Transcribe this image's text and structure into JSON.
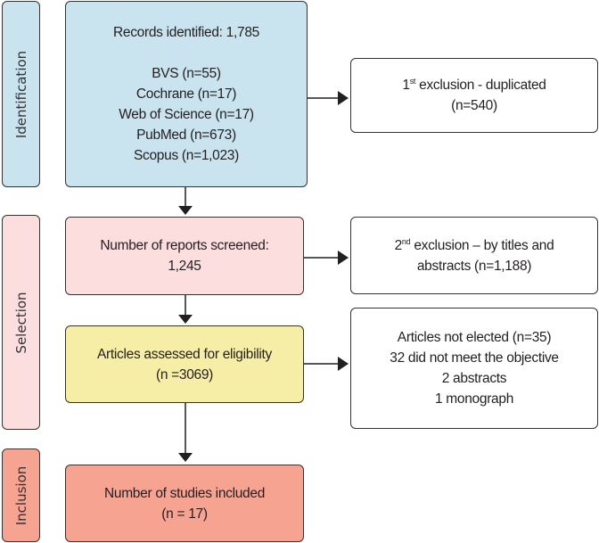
{
  "colors": {
    "identification": "#c9e3ef",
    "selection": "#fcdede",
    "eligibility": "#f6eda6",
    "inclusion": "#f7a391",
    "exclusion": "#ffffff",
    "border": "#333333"
  },
  "stages": {
    "identification": "Identification",
    "selection": "Selection",
    "inclusion": "Inclusion"
  },
  "identified": {
    "title": "Records identified: 1,785",
    "sources": [
      "BVS (n=55)",
      "Cochrane (n=17)",
      "Web of Science (n=17)",
      "PubMed (n=673)",
      "Scopus (n=1,023)"
    ]
  },
  "exclusion1": {
    "num": "1",
    "sup": "st",
    "text": " exclusion - duplicated",
    "count": "(n=540)"
  },
  "screened": {
    "line1": "Number of reports screened:",
    "line2": "1,245"
  },
  "exclusion2": {
    "num": "2",
    "sup": "nd",
    "text": " exclusion – by titles and",
    "line2": "abstracts (n=1,188)"
  },
  "eligibility": {
    "line1": "Articles assessed for eligibility",
    "line2": "(n =3069)"
  },
  "exclusion3": {
    "lines": [
      "Articles not elected (n=35)",
      "32 did not meet the objective",
      "2 abstracts",
      "1 monograph"
    ]
  },
  "included": {
    "line1": "Number of studies included",
    "line2": "(n = 17)"
  }
}
